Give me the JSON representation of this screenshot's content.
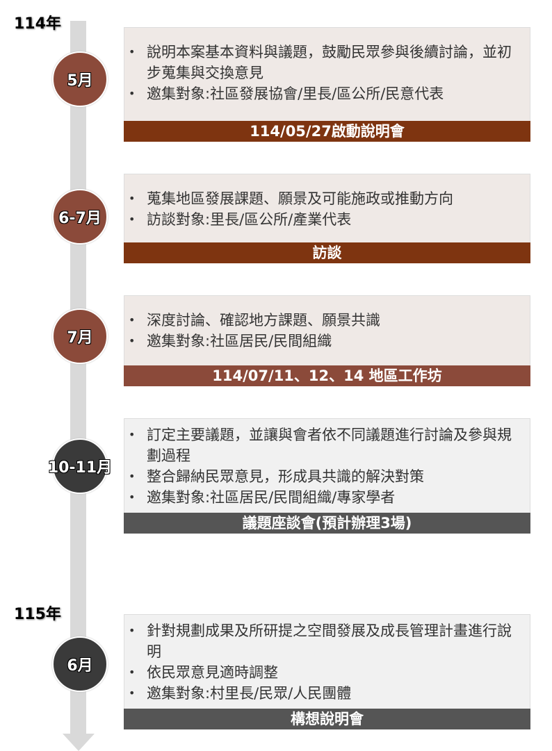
{
  "years": [
    "114年",
    "115年"
  ],
  "colors": {
    "brown_bar": "#7e3410",
    "brown_bar_light": "#8b4a3a",
    "gray_bar": "#555555",
    "circle_brown": "#8b4a3a",
    "circle_dark": "#3a3a3a"
  },
  "stages": [
    {
      "month": "5月",
      "items": [
        "說明本案基本資料與議題，鼓勵民眾參與後續討論，並初步蒐集與交換意見",
        "邀集對象:社區發展協會/里長/區公所/民意代表"
      ],
      "event": "114/05/27啟動說明會"
    },
    {
      "month": "6-7月",
      "items": [
        "蒐集地區發展課題、願景及可能施政或推動方向",
        "訪談對象:里長/區公所/產業代表"
      ],
      "event": "訪談"
    },
    {
      "month": "7月",
      "items": [
        "深度討論、確認地方課題、願景共識",
        "邀集對象:社區居民/民間組織"
      ],
      "event": "114/07/11、12、14 地區工作坊"
    },
    {
      "month": "10-11月",
      "items": [
        "訂定主要議題，並讓與會者依不同議題進行討論及參與規劃過程",
        "整合歸納民眾意見，形成具共識的解決對策",
        "邀集對象:社區居民/民間組織/專家學者"
      ],
      "event": "議題座談會(預計辦理3場)"
    },
    {
      "month": "6月",
      "items": [
        "針對規劃成果及所研提之空間發展及成長管理計畫進行說明",
        "依民眾意見適時調整",
        "邀集對象:村里長/民眾/人民團體"
      ],
      "event": "構想說明會"
    }
  ]
}
